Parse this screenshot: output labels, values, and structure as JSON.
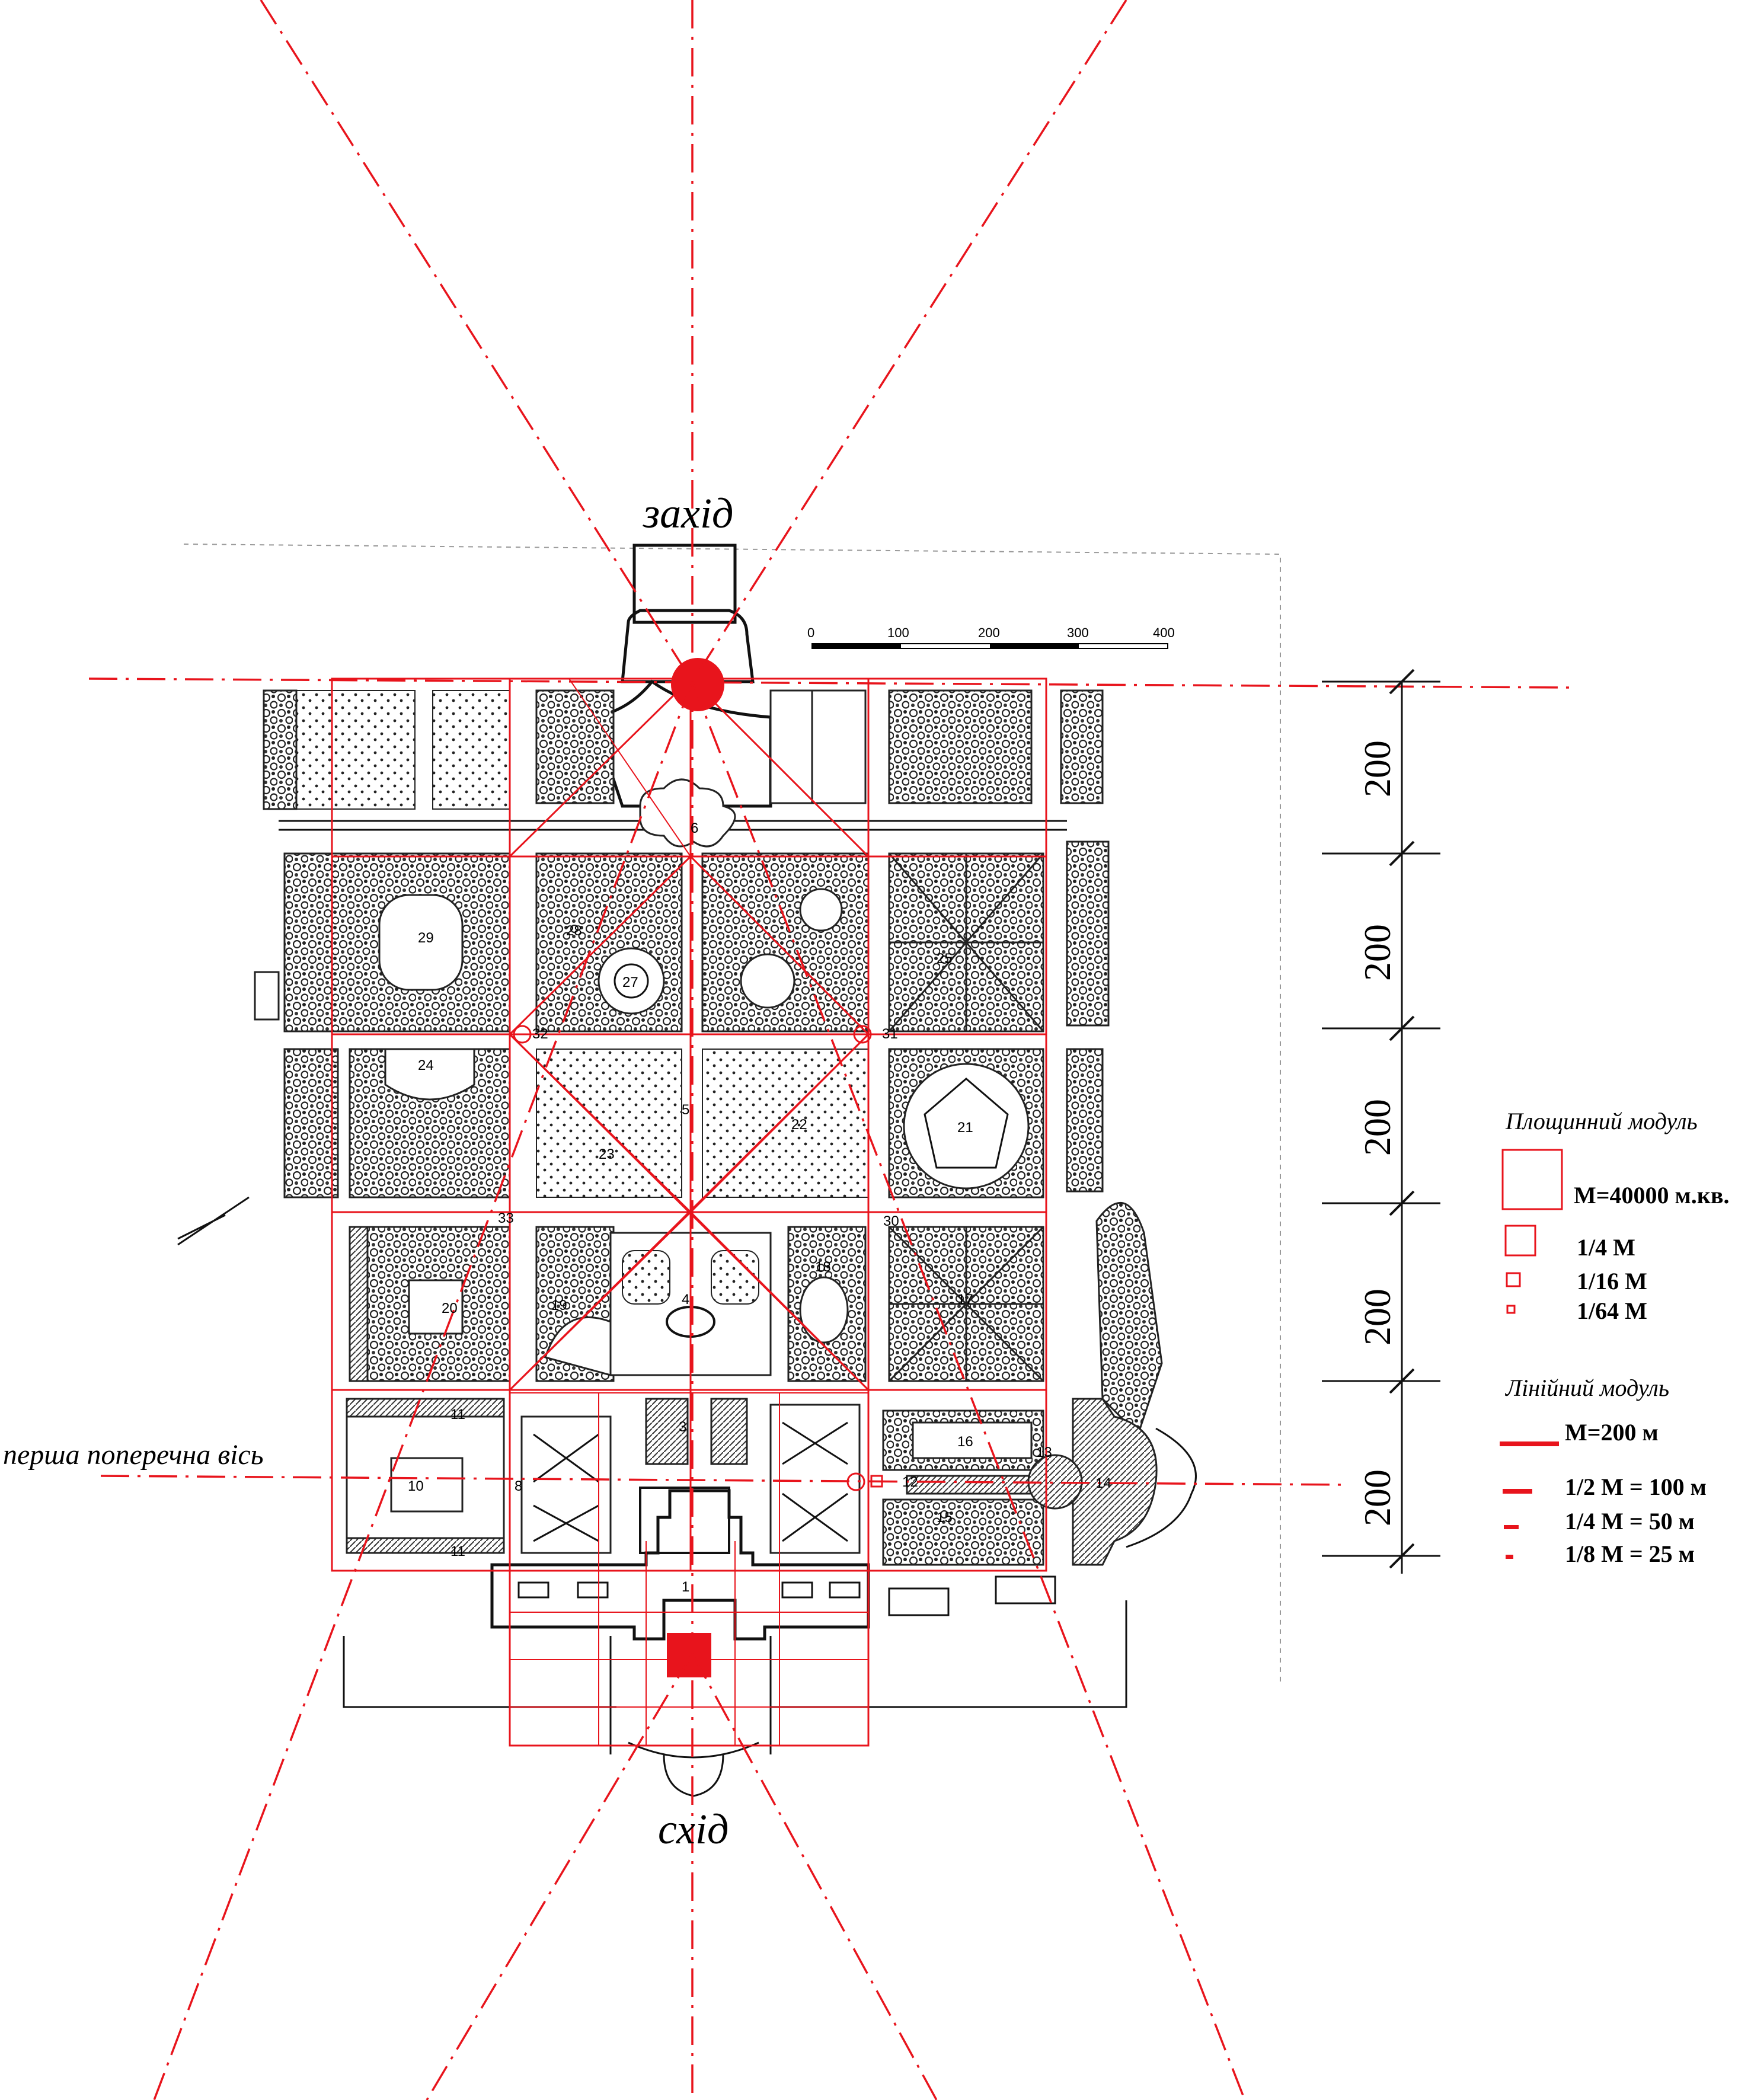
{
  "orientation": {
    "top_label": "захід",
    "bottom_label": "схід",
    "left_axis_label": "перша поперечна вісь"
  },
  "scale_bar": {
    "ticks": [
      "0",
      "100",
      "200",
      "300",
      "400"
    ]
  },
  "dimension_chain": {
    "segments": [
      "200",
      "200",
      "200",
      "200",
      "200"
    ]
  },
  "legend": {
    "area_module": {
      "title": "Площинний модуль",
      "items": [
        {
          "fraction": 1,
          "label": "M=40000 м.кв."
        },
        {
          "fraction": 0.25,
          "label": "1/4  M"
        },
        {
          "fraction": 0.0625,
          "label": "1/16  M"
        },
        {
          "fraction": 0.015625,
          "label": "1/64  M"
        }
      ]
    },
    "linear_module": {
      "title": "Лінійний модуль",
      "items": [
        {
          "fraction": 1,
          "label": "M=200 м"
        },
        {
          "fraction": 0.5,
          "label": "1/2 M = 100 м"
        },
        {
          "fraction": 0.25,
          "label": "1/4 M = 50 м"
        },
        {
          "fraction": 0.125,
          "label": "1/8 M = 25 м"
        }
      ]
    }
  },
  "plan_numbers": [
    "1",
    "3",
    "4",
    "5",
    "6",
    "8",
    "10",
    "11",
    "11",
    "12",
    "13",
    "14",
    "15",
    "16",
    "17",
    "18",
    "19",
    "20",
    "21",
    "22",
    "23",
    "24",
    "25",
    "27",
    "28",
    "29",
    "30",
    "31",
    "32",
    "33"
  ],
  "colors": {
    "construction": "#e8141c",
    "ink": "#111111",
    "background": "#ffffff"
  }
}
